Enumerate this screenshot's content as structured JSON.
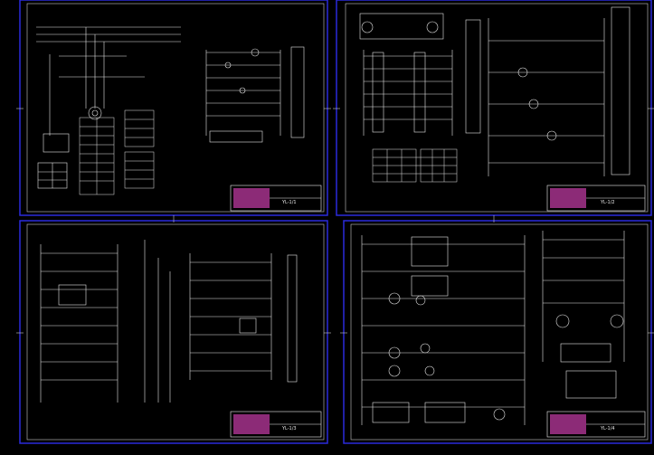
{
  "colors": {
    "background": "#000000",
    "sheet_border": "#2b2bdc",
    "wire": "#e6e6e6",
    "title_block_accent": "#ff4fd8",
    "title_block_line": "#f0f0f0"
  },
  "sheets": [
    {
      "id": "sheet-top-left",
      "title_block": {
        "code": "YL-1/1",
        "accent": "#ff4fd8"
      },
      "regions": [
        "power-circuit",
        "control-ladder",
        "component-table"
      ]
    },
    {
      "id": "sheet-top-right",
      "title_block": {
        "code": "YL-1/2",
        "accent": "#ff4fd8"
      },
      "regions": [
        "control-ladder",
        "terminal-table",
        "side-legend"
      ]
    },
    {
      "id": "sheet-bottom-left",
      "title_block": {
        "code": "YL-1/3",
        "accent": "#ff4fd8"
      },
      "regions": [
        "wiring-rails",
        "control-ladder"
      ]
    },
    {
      "id": "sheet-bottom-right",
      "title_block": {
        "code": "YL-1/4",
        "accent": "#ff4fd8"
      },
      "regions": [
        "motor-circuit",
        "motor-detail"
      ]
    }
  ]
}
